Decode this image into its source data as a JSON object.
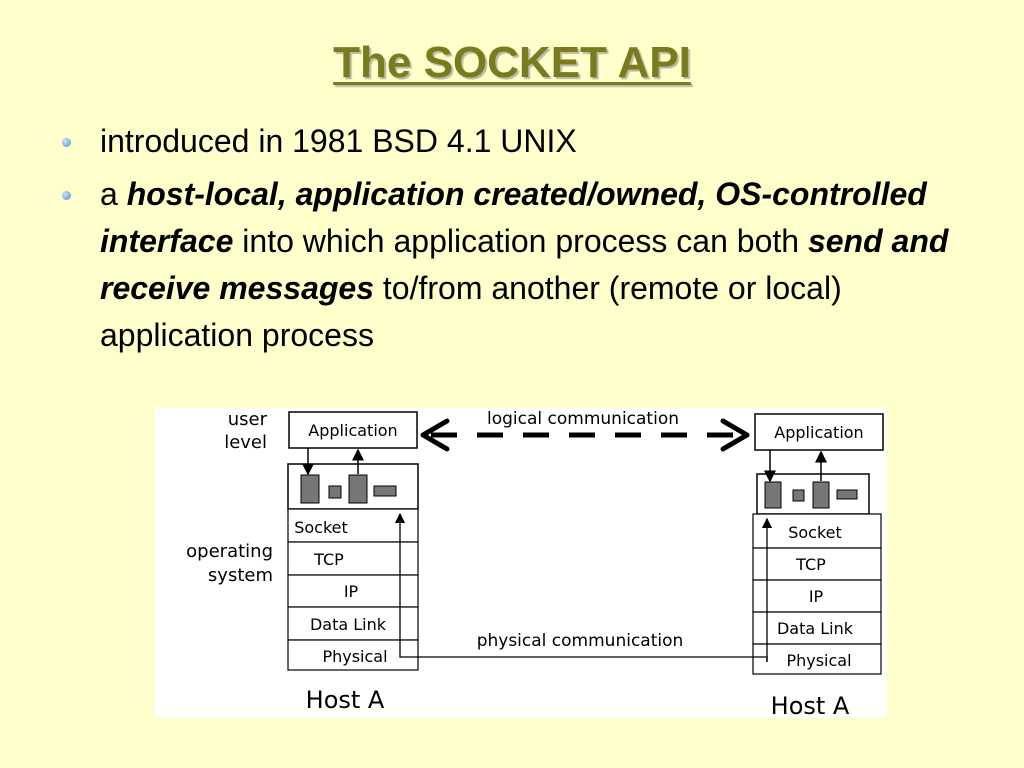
{
  "slide": {
    "title": "The SOCKET API",
    "bullets": [
      {
        "text": "introduced in 1981 BSD 4.1 UNIX"
      },
      {
        "part1": "a ",
        "part2_bold_italic": "host-local, application created/owned, OS-controlled interface",
        "part3": " into which application process can both ",
        "part4_bold_italic": "send and receive messages",
        "part5": " to/from another (remote or local) application process"
      }
    ]
  },
  "diagram": {
    "left_labels": {
      "user_level": [
        "user",
        "level"
      ],
      "operating_system": [
        "operating",
        "system"
      ]
    },
    "logical_label": "logical communication",
    "physical_label": "physical communication",
    "left_host": {
      "application": "Application",
      "layers": [
        "Socket",
        "TCP",
        "IP",
        "Data Link",
        "Physical"
      ],
      "host_label": "Host A"
    },
    "right_host": {
      "application": "Application",
      "layers": [
        "Socket",
        "TCP",
        "IP",
        "Data Link",
        "Physical"
      ],
      "host_label": "Host A"
    },
    "colors": {
      "title": "#7a7a1f",
      "background": "#ffffcc",
      "block_fill": "#777777"
    }
  }
}
